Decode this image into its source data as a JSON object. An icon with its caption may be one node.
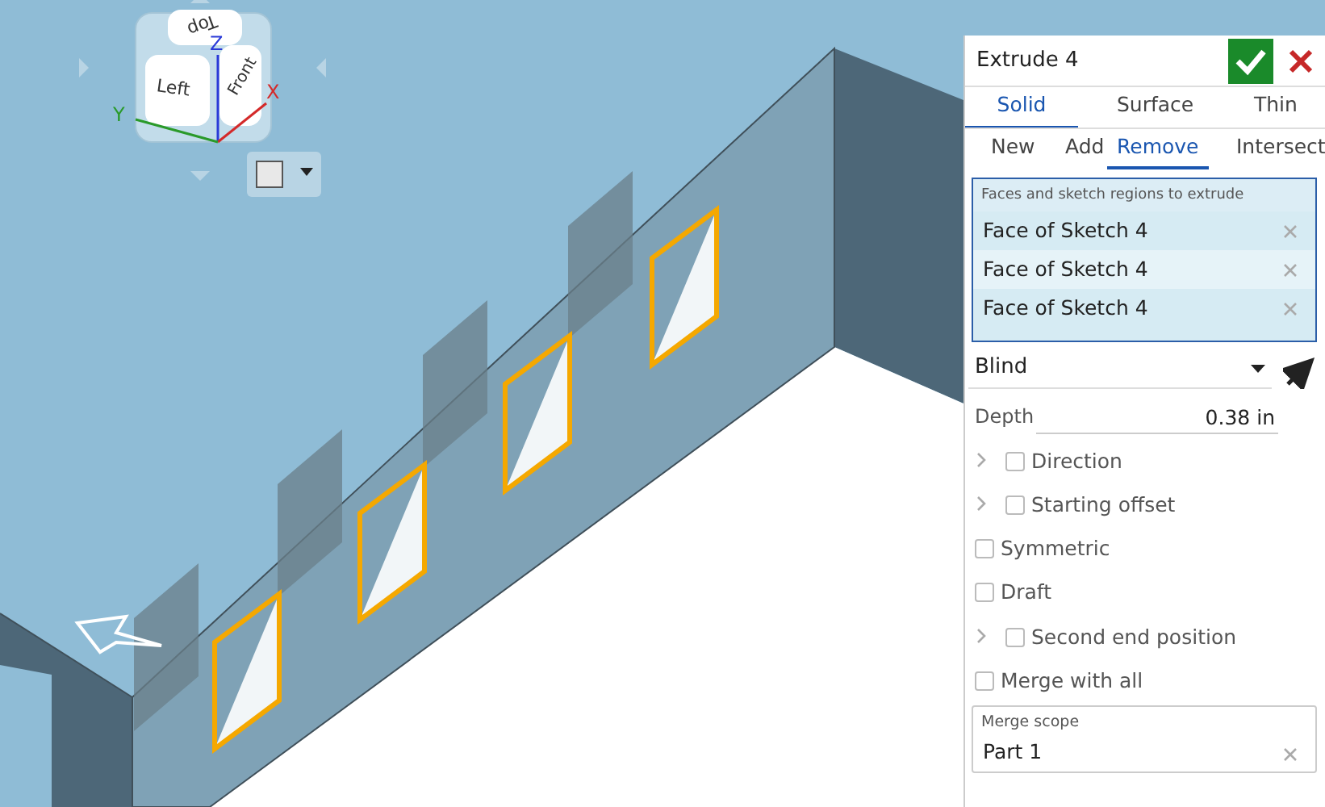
{
  "diagram": {
    "labels": [
      "Top",
      "Left",
      "Front",
      "Z",
      "X",
      "Y",
      "Extrude 4",
      "Solid",
      "Surface",
      "Thin",
      "New",
      "Add",
      "Remove",
      "Intersect",
      "Faces and sketch regions to extrude",
      "Face of Sketch 4",
      "Face of Sketch 4",
      "Face of Sketch 4",
      "Blind",
      "Depth",
      "0.38 in",
      "Direction",
      "Starting offset",
      "Symmetric",
      "Draft",
      "Second end position",
      "Merge with all",
      "Merge scope",
      "Part 1"
    ]
  }
}
